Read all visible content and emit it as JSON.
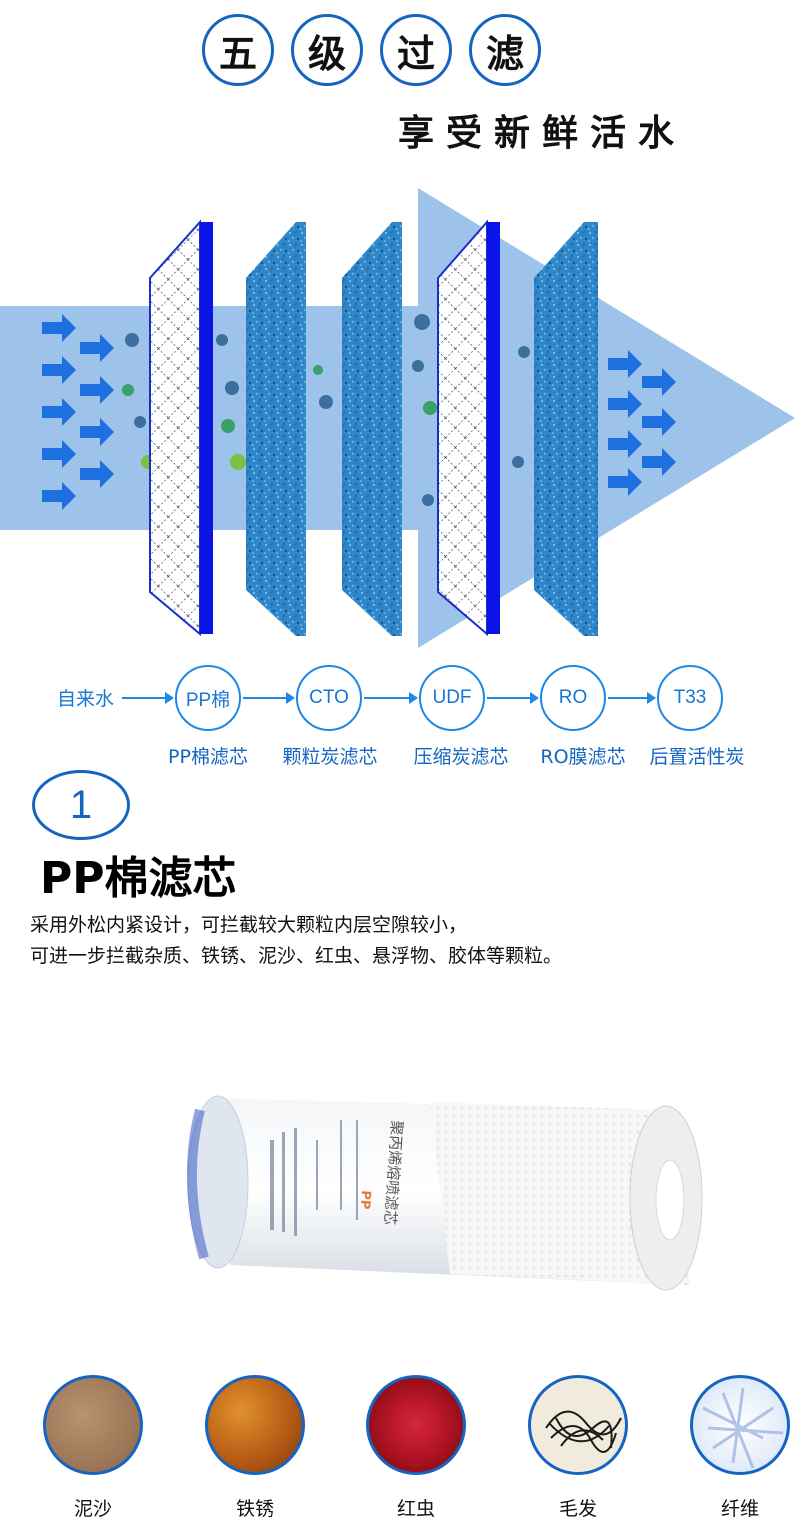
{
  "title_chars": [
    "五",
    "级",
    "过",
    "滤"
  ],
  "subtitle": "享受新鲜活水",
  "flow": {
    "start": "自来水",
    "nodes": [
      "PP棉",
      "CTO",
      "UDF",
      "RO",
      "T33"
    ],
    "labels": [
      "PP棉滤芯",
      "颗粒炭滤芯",
      "压缩炭滤芯",
      "RO膜滤芯",
      "后置活性炭"
    ]
  },
  "section": {
    "number": "1",
    "title": "PP棉滤芯",
    "desc_line1": "采用外松内紧设计，可拦截较大颗粒内层空隙较小，",
    "desc_line2": "可进一步拦截杂质、铁锈、泥沙、红虫、悬浮物、胶体等颗粒。"
  },
  "product_label": "聚丙烯熔喷滤芯",
  "product_logo": "PP",
  "impurities": [
    "泥沙",
    "铁锈",
    "红虫",
    "毛发",
    "纤维"
  ],
  "colors": {
    "accent": "#1565c0",
    "flow_bg": "#9ec3ea",
    "arrow": "#1e6fe0",
    "filter_blue": "#2f86c8"
  }
}
